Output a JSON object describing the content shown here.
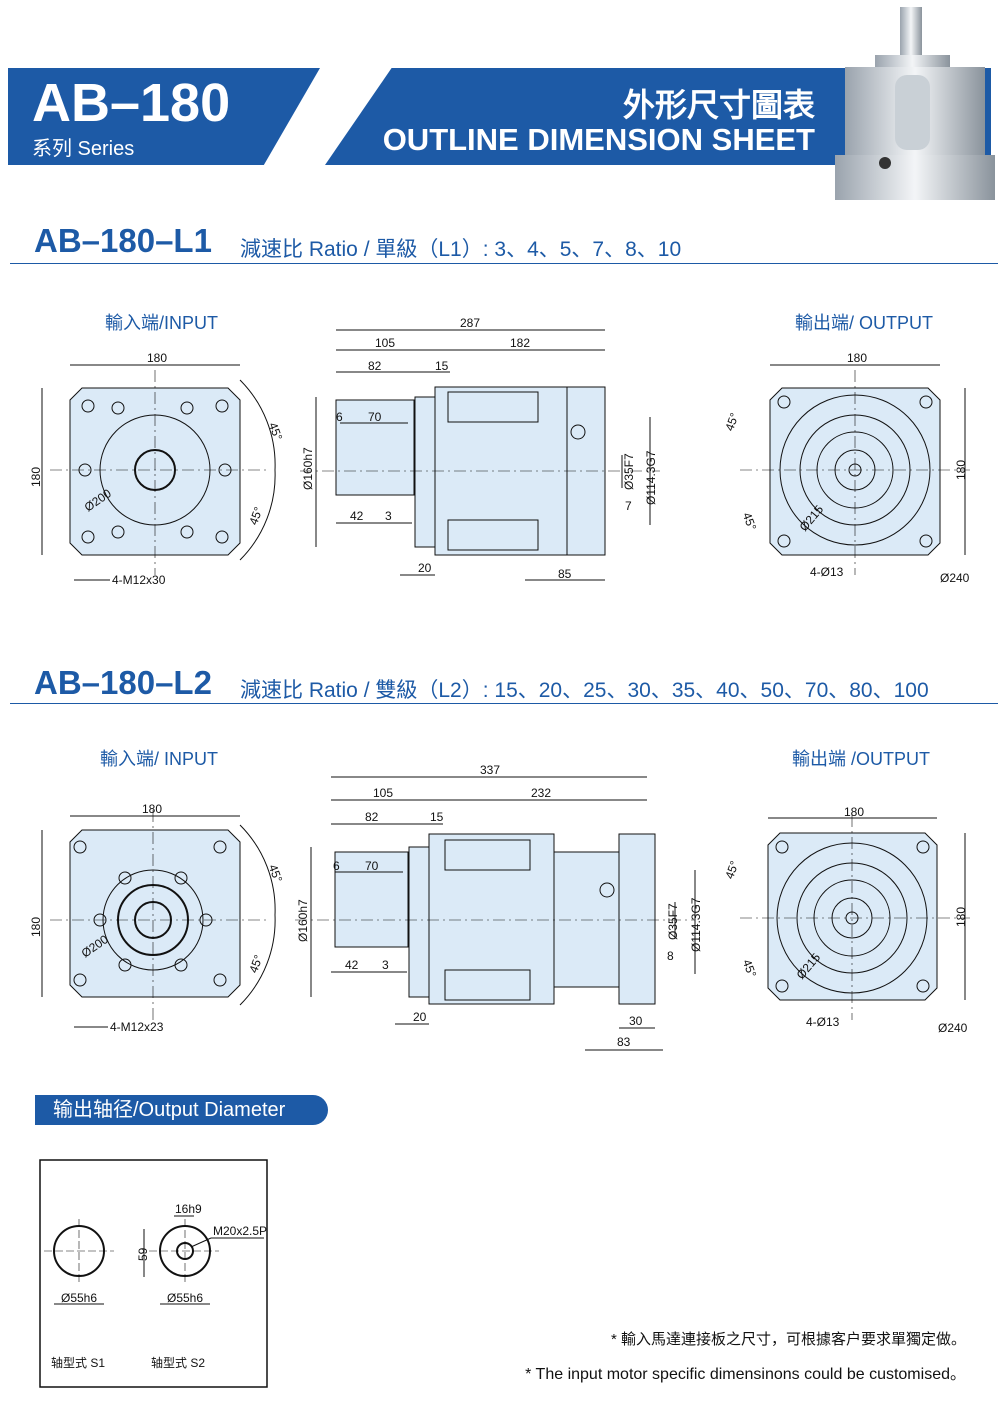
{
  "header": {
    "model": "AB–180",
    "series": "系列 Series",
    "title_cn": "外形尺寸圖表",
    "title_en": "OUTLINE DIMENSION SHEET"
  },
  "colors": {
    "brand": "#1d5aa6",
    "part_fill": "#dbeaf7"
  },
  "l1": {
    "title": "AB–180–L1",
    "ratio": "減速比 Ratio / 單級（L1）: 3、4、5、7、8、10",
    "input_label": "輸入端/INPUT",
    "output_label": "輸出端/ OUTPUT",
    "input": {
      "w": "180",
      "h": "180",
      "angle1": "45°",
      "angle2": "45°",
      "pcd": "Ø200",
      "holes": "4-M12x30"
    },
    "side": {
      "total": "287",
      "a": "105",
      "b": "182",
      "c": "82",
      "d": "15",
      "e": "6",
      "f": "70",
      "g": "42",
      "h": "3",
      "i": "20",
      "j": "85",
      "k": "7",
      "pilot": "Ø160h7",
      "bore": "Ø35F7",
      "bore2": "Ø114.3G7"
    },
    "output": {
      "w": "180",
      "h": "180",
      "angle1": "45°",
      "angle2": "45°",
      "pcd": "Ø215",
      "holes": "4-Ø13",
      "dia": "Ø240"
    }
  },
  "l2": {
    "title": "AB–180–L2",
    "ratio": "減速比 Ratio / 雙級（L2）: 15、20、25、30、35、40、50、70、80、100",
    "input_label": "輸入端/ INPUT",
    "output_label": "輸出端 /OUTPUT",
    "input": {
      "w": "180",
      "h": "180",
      "angle1": "45°",
      "angle2": "45°",
      "pcd": "Ø200",
      "holes": "4-M12x23"
    },
    "side": {
      "total": "337",
      "a": "105",
      "b": "232",
      "c": "82",
      "d": "15",
      "e": "6",
      "f": "70",
      "g": "42",
      "h": "3",
      "i": "20",
      "j": "83",
      "k": "8",
      "m": "30",
      "pilot": "Ø160h7",
      "bore": "Ø35F7",
      "bore2": "Ø114.3G7"
    },
    "output": {
      "w": "180",
      "h": "180",
      "angle1": "45°",
      "angle2": "45°",
      "pcd": "Ø215",
      "holes": "4-Ø13",
      "dia": "Ø240"
    }
  },
  "shaft": {
    "heading": "输出轴径/Output Diameter",
    "s1_dia": "Ø55h6",
    "s2_dia": "Ø55h6",
    "key": "16h9",
    "height": "59",
    "thread": "M20x2.5P",
    "s1_label": "轴型式 S1",
    "s2_label": "轴型式 S2"
  },
  "notes": {
    "cn": "* 輸入馬達連接板之尺寸，可根據客户要求單獨定做。",
    "en": "* The input motor specific dimensinons could be customised。"
  }
}
